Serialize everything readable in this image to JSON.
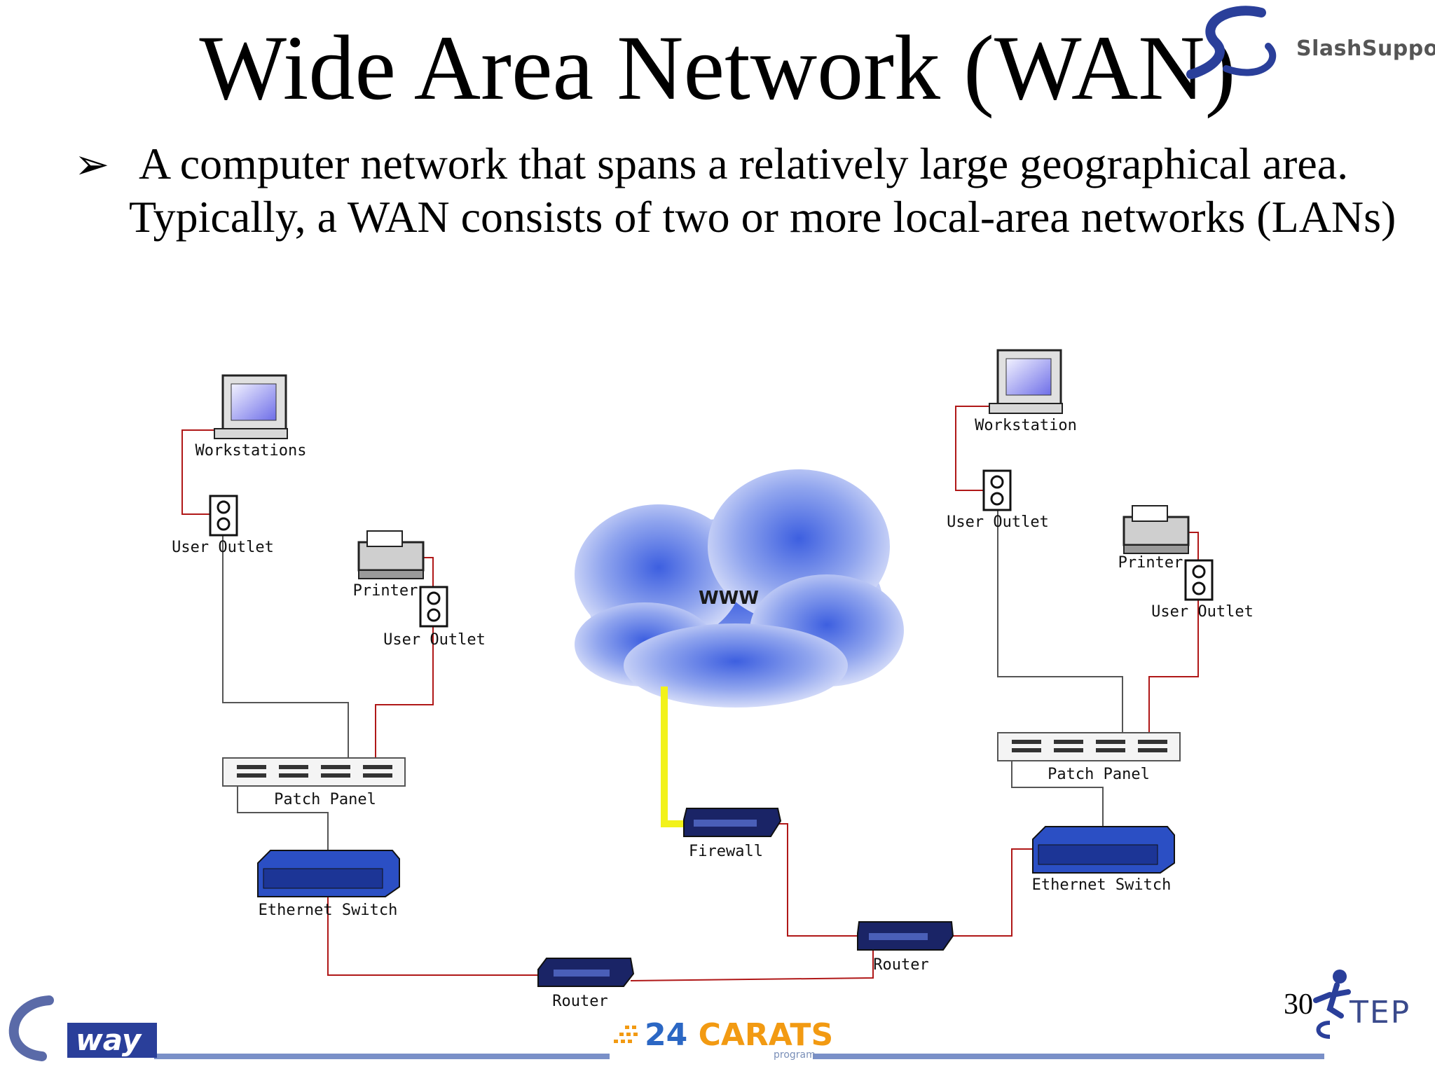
{
  "slide": {
    "title": "Wide Area Network (WAN)",
    "bullet": "A computer network that spans a relatively large geographical area. Typically, a WAN consists of two or more local-area networks (LANs)",
    "page_number": "30"
  },
  "branding": {
    "top_right": "SlashSupport",
    "bottom_left": "way",
    "bottom_center_main": "24 CARATS",
    "bottom_center_sub": "program",
    "bottom_right": "TEP"
  },
  "diagram": {
    "cloud_label": "WWW",
    "left_lan": {
      "workstation": "Workstations",
      "outlet_1": "User Outlet",
      "printer": "Printer",
      "outlet_2": "User Outlet",
      "patch_panel": "Patch Panel",
      "switch": "Ethernet Switch",
      "router": "Router"
    },
    "right_lan": {
      "workstation": "Workstation",
      "outlet_1": "User Outlet",
      "printer": "Printer",
      "outlet_2": "User Outlet",
      "patch_panel": "Patch Panel",
      "switch": "Ethernet Switch",
      "router": "Router"
    },
    "firewall": "Firewall"
  },
  "colors": {
    "cable_red": "#b01818",
    "cable_gray": "#555555",
    "uplink_yellow": "#f2f21a",
    "device_blue": "#2b4fc4"
  }
}
